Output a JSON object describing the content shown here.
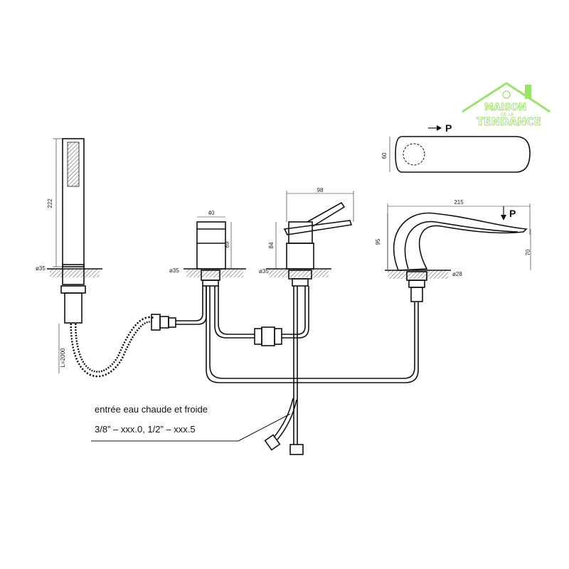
{
  "logo": {
    "line1": "MAISON",
    "line2": "DE LA",
    "line3": "TENDANCE",
    "color": "#9be36a"
  },
  "dimensions": {
    "handshower_height": "222",
    "handshower_base_dia": "ø35",
    "hose_length": "L=2000",
    "diverter_width": "40",
    "diverter_height": "69",
    "diverter_base_dia": "ø35",
    "mixer_width": "98",
    "mixer_height": "84",
    "mixer_base_dia": "ø35",
    "spout_length": "215",
    "spout_height": "95",
    "spout_outlet_height": "70",
    "spout_base_dia": "ø28",
    "spout_top_width": "60"
  },
  "labels": {
    "pressure_top": "P",
    "pressure_side": "P"
  },
  "notes": {
    "inlet_title": "entrée eau chaude et froide",
    "inlet_specs": "3/8” – xxx.0, 1/2” – xxx.5"
  }
}
